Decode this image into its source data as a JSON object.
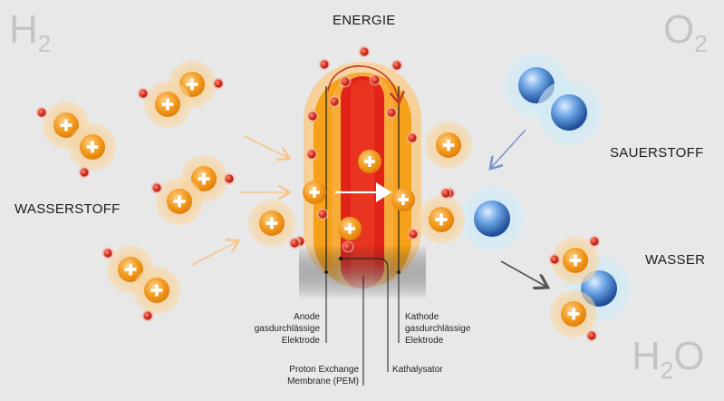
{
  "colors": {
    "background": "#e8e8e8",
    "proton": "#f29a1e",
    "electron": "#d9362a",
    "oxygen": "#3b78c4",
    "membrane": "#e3221a",
    "electrode": "#f5a11a"
  },
  "formulas": {
    "h2": {
      "main": "H",
      "sub": "2"
    },
    "o2": {
      "main": "O",
      "sub": "2"
    },
    "h2o": {
      "pre": "H",
      "sub": "2",
      "post": "O"
    }
  },
  "labels": {
    "energie": "ENERGIE",
    "wasserstoff": "WASSERSTOFF",
    "sauerstoff": "SAUERSTOFF",
    "wasser": "WASSER",
    "anode": [
      "Anode",
      "gasdurchlässige",
      "Elektrode"
    ],
    "kathode": [
      "Kathode",
      "gasdurchlässige",
      "Elektrode"
    ],
    "pem": [
      "Proton Exchange",
      "Membrane (PEM)"
    ],
    "kathalysator": "Kathalysator"
  },
  "icons": {
    "proton": "plus-sign",
    "electron": "red-dot",
    "oxygen": "blue-sphere"
  }
}
